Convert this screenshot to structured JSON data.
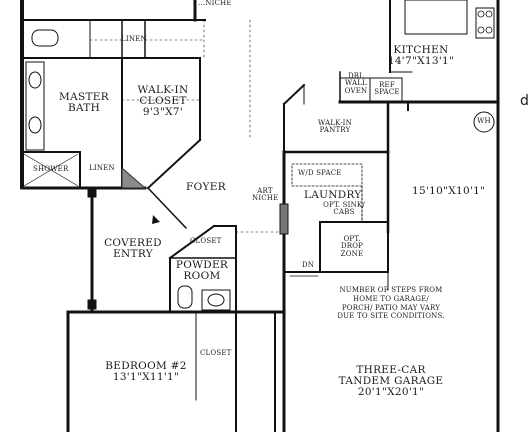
{
  "rooms": {
    "niche_top": {
      "name": "NICHE",
      "prefix": "...NICHE"
    },
    "linen_top": {
      "name": "LINEN"
    },
    "kitchen": {
      "name": "KITCHEN",
      "dims": "14'7\"X13'1\""
    },
    "master_bath": {
      "name": "MASTER\nBATH"
    },
    "walk_in_closet": {
      "name": "WALK-IN\nCLOSET",
      "dims": "9'3\"X7'"
    },
    "dbl_wall_oven": {
      "name": "DBL\nWALL\nOVEN"
    },
    "ref_space": {
      "name": "REF\nSPACE"
    },
    "wh": {
      "name": "WH"
    },
    "walk_in_pantry": {
      "name": "WALK-IN\nPANTRY"
    },
    "shower": {
      "name": "SHOWER"
    },
    "linen_low": {
      "name": "LINEN"
    },
    "foyer": {
      "name": "FOYER"
    },
    "art_niche": {
      "name": "ART\nNICHE"
    },
    "laundry": {
      "name": "LAUNDRY"
    },
    "wd_space": {
      "name": "W/D SPACE"
    },
    "opt_sink": {
      "name": "OPT. SINK/\nCABS"
    },
    "bedroom_right": {
      "dims": "15'10\"X10'1\""
    },
    "covered_entry": {
      "name": "COVERED\nENTRY"
    },
    "closet_foyer": {
      "name": "CLOSET"
    },
    "opt_drop_zone": {
      "name": "OPT.\nDROP\nZONE"
    },
    "powder_room": {
      "name": "POWDER\nROOM"
    },
    "dn": {
      "name": "DN"
    },
    "steps_note": {
      "text": "NUMBER OF STEPS FROM\nHOME TO GARAGE/\nPORCH/ PATIO MAY VARY\nDUE TO SITE CONDITIONS."
    },
    "bedroom2": {
      "name": "BEDROOM #2",
      "dims": "13'1\"X11'1\""
    },
    "closet_bed": {
      "name": "CLOSET"
    },
    "garage": {
      "name": "THREE-CAR\nTANDEM GARAGE",
      "dims": "20'1\"X20'1\""
    }
  },
  "edge_letter": "d"
}
